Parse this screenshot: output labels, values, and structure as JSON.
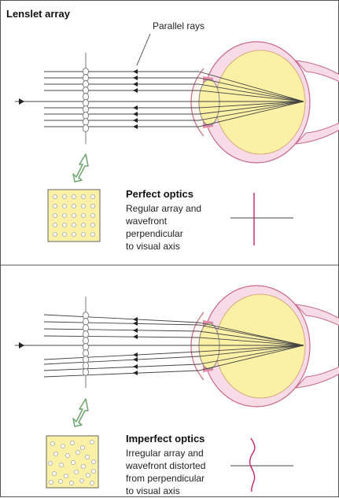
{
  "title": "Lenslet array",
  "rays_label": "Parallel rays",
  "perfect": {
    "heading": "Perfect optics",
    "lines": [
      "Regular array and",
      "wavefront",
      "perpendicular",
      "to visual axis"
    ]
  },
  "imperfect": {
    "heading": "Imperfect optics",
    "lines": [
      "Irregular array and",
      "wavefront distorted",
      "from perpendicular",
      "to visual axis"
    ]
  },
  "colors": {
    "lens_fill": "#fbf1a6",
    "sclera": "#f7dbe6",
    "sclera_stroke": "#c86a8c",
    "iris": "#e48aa8",
    "wavefront": "#c4246a",
    "ray": "#444444",
    "arrow_down": "#6da46d",
    "dot": "#c8c8c8"
  }
}
